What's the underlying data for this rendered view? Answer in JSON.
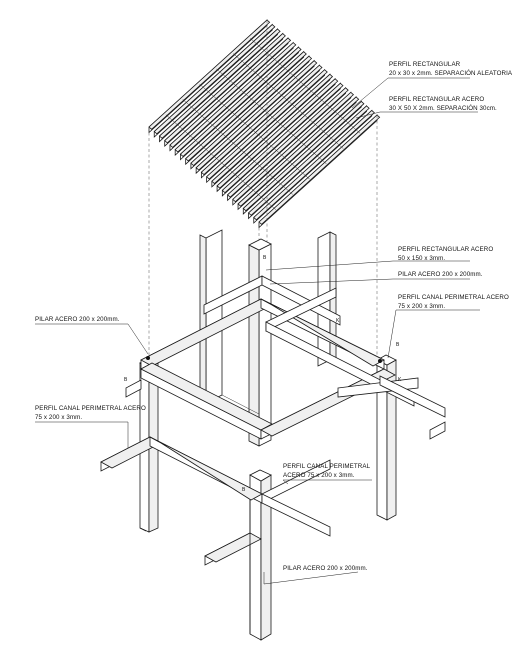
{
  "labels": [
    {
      "id": "rect-20",
      "lines": [
        "PERFIL RECTANGULAR",
        "20 x 30 x 2mm. SEPARACIÓN ALEATORIA"
      ]
    },
    {
      "id": "rect-30",
      "lines": [
        "PERFIL RECTANGULAR ACERO",
        "30 X 50 X 2mm. SEPARACIÓN 30cm."
      ]
    },
    {
      "id": "rect-50",
      "lines": [
        "PERFIL RECTANGULAR ACERO",
        "50 x 150 x 3mm."
      ]
    },
    {
      "id": "pilar-top",
      "lines": [
        "PILAR ACERO 200 x 200mm."
      ]
    },
    {
      "id": "canal-right",
      "lines": [
        "PERFIL CANAL PERIMETRAL ACERO",
        "75 x 200 x 3mm."
      ]
    },
    {
      "id": "pilar-left",
      "lines": [
        "PILAR ACERO 200 x 200mm."
      ]
    },
    {
      "id": "canal-left",
      "lines": [
        "PERFIL CANAL PERIMETRAL ACERO",
        "75 x 200 x 3mm."
      ]
    },
    {
      "id": "canal-center",
      "lines": [
        "PERFIL CANAL PERIMETRAL",
        "ACERO 75 x 200 x 3mm."
      ]
    },
    {
      "id": "pilar-bottom",
      "lines": [
        "PILAR ACERO 200 x 200mm."
      ]
    }
  ],
  "markers": {
    "b": "B",
    "k": "K"
  }
}
